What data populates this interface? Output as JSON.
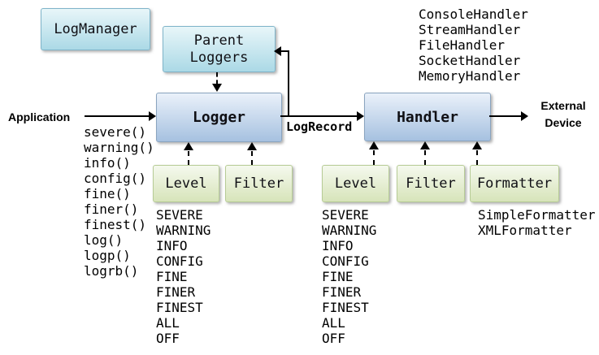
{
  "colors": {
    "cyan_top": "#e8f6f9",
    "cyan_bottom": "#abd9e6",
    "cyan_border": "#7fb4c9",
    "blue_top": "#eaf1fa",
    "blue_bottom": "#a6c1e0",
    "blue_border": "#8aa4bf",
    "green_top": "#f5f9ee",
    "green_bottom": "#d7e4ba",
    "green_border": "#b7cc96",
    "arrow": "#000000"
  },
  "boxes": {
    "log_manager": "LogManager",
    "parent_loggers": "Parent Loggers",
    "logger": "Logger",
    "handler": "Handler",
    "logger_level": "Level",
    "logger_filter": "Filter",
    "handler_level": "Level",
    "handler_filter": "Filter",
    "handler_formatter": "Formatter"
  },
  "labels": {
    "application": "Application",
    "log_record": "LogRecord",
    "external_device": "External Device"
  },
  "lists": {
    "logger_methods": [
      "severe()",
      "warning()",
      "info()",
      "config()",
      "fine()",
      "finer()",
      "finest()",
      "log()",
      "logp()",
      "logrb()"
    ],
    "logger_levels": [
      "SEVERE",
      "WARNING",
      "INFO",
      "CONFIG",
      "FINE",
      "FINER",
      "FINEST",
      "ALL",
      "OFF"
    ],
    "handler_levels": [
      "SEVERE",
      "WARNING",
      "INFO",
      "CONFIG",
      "FINE",
      "FINER",
      "FINEST",
      "ALL",
      "OFF"
    ],
    "handler_types": [
      "ConsoleHandler",
      "StreamHandler",
      "FileHandler",
      "SocketHandler",
      "MemoryHandler"
    ],
    "formatter_types": [
      "SimpleFormatter",
      "XMLFormatter"
    ]
  }
}
